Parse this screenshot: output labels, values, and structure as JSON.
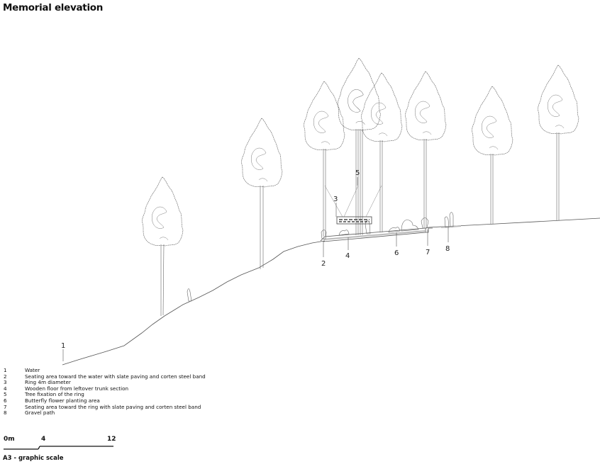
{
  "title": "Memorial elevation",
  "legend": [
    {
      "num": "1",
      "text": "Water"
    },
    {
      "num": "2",
      "text": "Seating area toward the water with slate paving and corten steel band"
    },
    {
      "num": "3",
      "text": "Ring 4m diameter"
    },
    {
      "num": "4",
      "text": "Wooden floor from leftover trunk section"
    },
    {
      "num": "5",
      "text": "Tree fixation of the ring"
    },
    {
      "num": "6",
      "text": "Butterfly flower planting area"
    },
    {
      "num": "7",
      "text": "Seating area toward the ring with slate paving and corten steel band"
    },
    {
      "num": "8",
      "text": "Gravel path"
    }
  ],
  "callouts": {
    "c1": "1",
    "c2": "2",
    "c3": "3",
    "c4": "4",
    "c5": "5",
    "c6": "6",
    "c7": "7",
    "c8": "8"
  },
  "scale": {
    "label_0": "0m",
    "label_4": "4",
    "label_12": "12",
    "caption": "A3 - graphic scale"
  },
  "colors": {
    "line": "#555555",
    "ink": "#111111",
    "paving": "#bbbbbb"
  }
}
